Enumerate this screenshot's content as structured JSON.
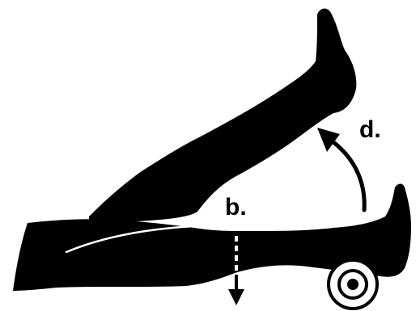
{
  "labels": {
    "b": "b.",
    "d": "d."
  },
  "colors": {
    "silhouette": "#000000",
    "background": "#ffffff",
    "highlight": "#ffffff"
  },
  "icons": {
    "raised_leg": "raised-leg-silhouette",
    "lowered_leg": "lowered-leg-silhouette",
    "support": "foam-roller",
    "press_arrow": "down-arrow",
    "lift_arrow": "curved-up-arrow"
  }
}
